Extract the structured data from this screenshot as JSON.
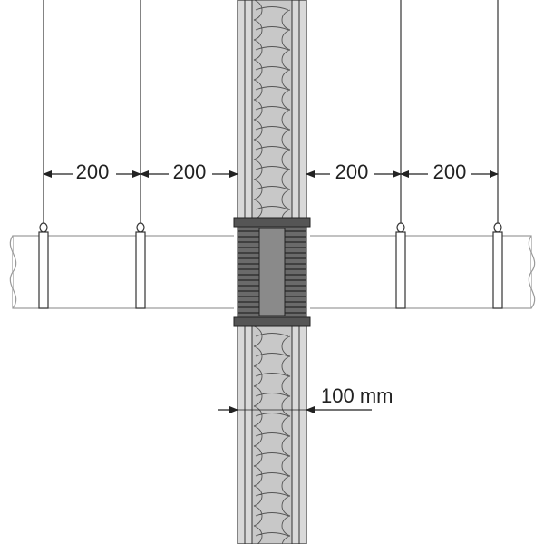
{
  "dimensions": {
    "left_outer": "200",
    "left_inner": "200",
    "right_inner": "200",
    "right_outer": "200",
    "wall_thickness": "100 mm"
  },
  "colors": {
    "line": "#333333",
    "wall_board": "#dcdcdc",
    "wall_core": "#bdbdbd",
    "insulation": "#cfcfcf",
    "collar_dark": "#5a5a5a",
    "collar_mid": "#8a8a8a",
    "pipe_fill": "#ffffff",
    "pipe_stroke": "#9a9a9a"
  }
}
